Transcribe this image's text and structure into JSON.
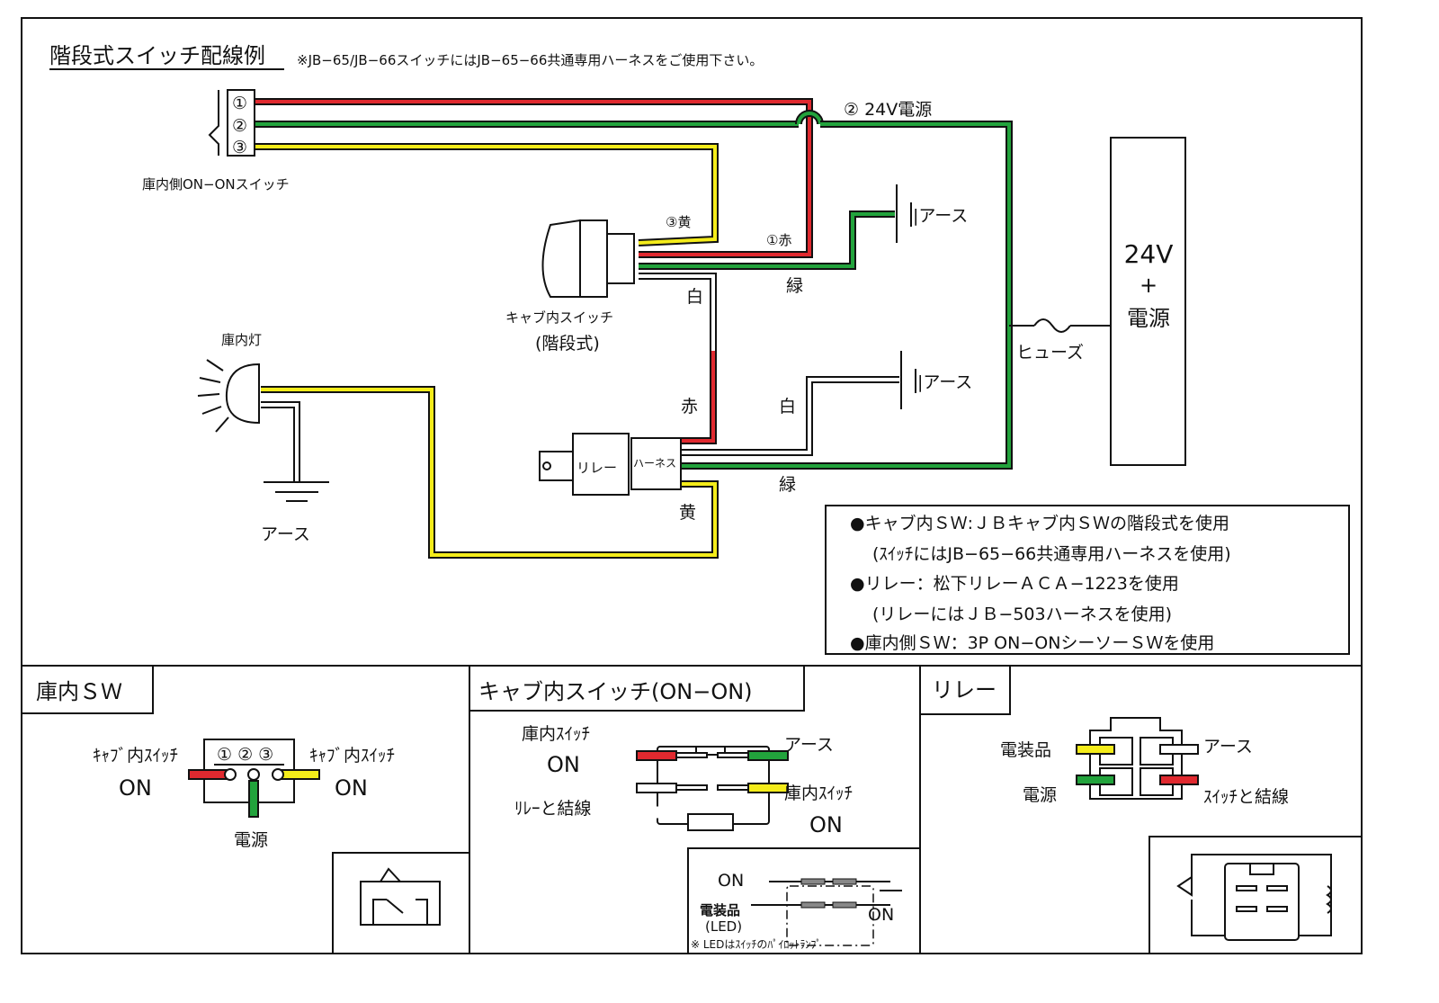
{
  "title": "階段式スイッチ配線例",
  "title_note": "※JB−65/JB−66スイッチにはJB−65−66共通専用ハーネスをご使用下さい。",
  "colors": {
    "red": "#e0292f",
    "green": "#22a33c",
    "yellow": "#f4ec1a",
    "white": "#ffffff",
    "line": "#111111"
  },
  "main": {
    "room_switch_pins": [
      "①",
      "②",
      "③"
    ],
    "room_switch_label": "庫内側ON−ONスイッチ",
    "power_label": "② 24V電源",
    "wire_yellow_label": "③黄",
    "wire_red_label": "①赤",
    "wire_green_label": "緑",
    "wire_white_label": "白",
    "cab_switch_label": "キャブ内スイッチ",
    "cab_switch_sub": "(階段式)",
    "earth1": "|アース",
    "earth2": "|アース",
    "fuse_label": "ヒューズ",
    "power_box": [
      "24V",
      "+",
      "電源"
    ],
    "lamp_label": "庫内灯",
    "lamp_earth": "アース",
    "relay_label": "リレー",
    "harness_label": "ハーネス",
    "red_label2": "赤",
    "white_label2": "白",
    "green_label2": "緑",
    "yellow_label2": "黄"
  },
  "notes": [
    "●キャブ内ＳＷ:ＪＢキャブ内ＳＷの階段式を使用",
    "(ｽｲｯﾁにはJB−65−66共通専用ハーネスを使用)",
    "●リレー：松下リレーＡＣＡ−1223を使用",
    "(リレーにはＪＢ−503ハーネスを使用)",
    "●庫内側ＳＷ：3P ON−ONシーソーＳＷを使用"
  ],
  "panels": {
    "room_sw": {
      "tab": "庫内ＳＷ",
      "pins": "① ② ③",
      "left_label": "ｷｬﾌﾞ内ｽｲｯﾁ",
      "left_on": "ON",
      "right_label": "ｷｬﾌﾞ内ｽｲｯﾁ",
      "right_on": "ON",
      "bottom_label": "電源"
    },
    "cab_sw": {
      "tab": "キャブ内スイッチ(ON−ON)",
      "top_left": "庫内ｽｲｯﾁ",
      "top_left_on": "ON",
      "bottom_left": "ﾘﾚｰと結線",
      "top_right": "アース",
      "bottom_right": "庫内ｽｲｯﾁ",
      "bottom_right_on": "ON",
      "schem_on1": "ON",
      "schem_elec": "電装品",
      "schem_led": "(LED)",
      "schem_on2": "ON",
      "schem_note": "※ LEDはｽｲｯﾁのﾊﾟｲﾛｯﾄﾗﾝﾌﾟ"
    },
    "relay": {
      "tab": "リレー",
      "left_top": "電装品",
      "left_bottom": "電源",
      "right_top": "アース",
      "right_bottom": "ｽｲｯﾁと結線"
    }
  }
}
